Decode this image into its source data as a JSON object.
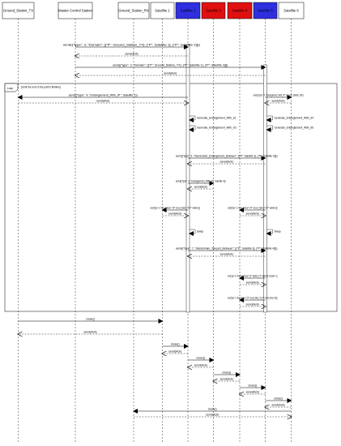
{
  "participants": [
    {
      "label": "Ground_Station_TX",
      "color": "#ffffff"
    },
    {
      "label": "Master Control Station",
      "color": "#ffffff"
    },
    {
      "label": "Ground_Station_RX",
      "color": "#ffffff"
    },
    {
      "label": "Satellite 1",
      "color": "#ffffff"
    },
    {
      "label": "Satellite 2",
      "color": "#2f2fe0"
    },
    {
      "label": "Satellite 3",
      "color": "#e01010"
    },
    {
      "label": "Satellite 4",
      "color": "#e01010"
    },
    {
      "label": "Satellite 5",
      "color": "#2f2fe0"
    },
    {
      "label": "Satellite 6",
      "color": "#ffffff"
    }
  ],
  "loop": {
    "tag": "Loop",
    "condition": "[Until the end of the path's lifetime]"
  },
  "messages": [
    {
      "from": 1,
      "to": 4,
      "label": "send({\"type\": 3, \"Domain\": [{\"P\": Ground_Station_TX}, {\"P\": Satellite 1}, {\"P\": Satellite 2}]})",
      "dashed": false
    },
    {
      "from": 4,
      "to": 1,
      "label": "send(Ack)",
      "dashed": true
    },
    {
      "from": 1,
      "to": 7,
      "label": "send({\"type\": 3, \"Domain\": [{\"P\": Ground_Station_TX}, {\"P\": Satellite 1}, {\"P\": Satellite 2}]})",
      "dashed": false
    },
    {
      "from": 7,
      "to": 1,
      "label": "send(Ack)",
      "dashed": true
    },
    {
      "from": 4,
      "to": 0,
      "label": "send({\"type\": 4, \"Entanglement_With_IP\": Satellite 1})",
      "dashed": false
    },
    {
      "from": 0,
      "to": 4,
      "label": "send(Ack)",
      "dashed": true
    },
    {
      "from": 7,
      "to": 8,
      "label": "send({\"type\": 4, \"Entanglement_With_IP\": Ground_Station_RX})",
      "dashed": false
    },
    {
      "from": 8,
      "to": 7,
      "label": "send(Ack)",
      "dashed": true
    },
    {
      "from": 4,
      "to": 4,
      "label": "Generate_Entanglement_With_S1",
      "self": true
    },
    {
      "from": 4,
      "to": 4,
      "label": "Generate_Entanglement_With_S3",
      "self": true
    },
    {
      "from": 7,
      "to": 7,
      "label": "Generate_Entanglement_With_S4",
      "self": true
    },
    {
      "from": 7,
      "to": 7,
      "label": "Generate_Entanglement_With_S6",
      "self": true
    },
    {
      "from": 4,
      "to": 7,
      "label": "send({\"type\": 5, \"Interdomain_Entanglement_Between\": [{\"P\": Satellite 3}, {\"P\": Satellite 4}]})",
      "dashed": false
    },
    {
      "from": 7,
      "to": 4,
      "label": "send(Ack)",
      "dashed": true
    },
    {
      "from": 4,
      "to": 5,
      "label": "send({\"type\": 4, \"Entanglement_With_IP\": Satellite 4})",
      "dashed": false
    },
    {
      "from": 5,
      "to": 4,
      "label": "send(Ack)",
      "dashed": true
    },
    {
      "from": 4,
      "to": 3,
      "label": "send({\"type\": 6, \"Swap_Between\": [\"IP\": Ground_Station_TX,\"IP\": Satellite 2]})",
      "dashed": false
    },
    {
      "from": 3,
      "to": 4,
      "label": "send(Ack)",
      "dashed": true
    },
    {
      "from": 7,
      "to": 6,
      "label": "send({\"type\": 6, \"Swap_Between\": [\"IP\": Ground_Station_TX,\"IP\": Satellite 2]})",
      "dashed": false
    },
    {
      "from": 6,
      "to": 7,
      "label": "send(Ack)",
      "dashed": true
    },
    {
      "from": 4,
      "to": 4,
      "label": "Swap",
      "self": true
    },
    {
      "from": 7,
      "to": 7,
      "label": "Swap",
      "self": true
    },
    {
      "from": 4,
      "to": 7,
      "label": "send({\"type\": 7, \"Interdomain_Teleport_Between\": [{\"P\": Satellite 3}, {\"P\": Satellite 4}]})",
      "dashed": false
    },
    {
      "from": 7,
      "to": 4,
      "label": "send(Ack)",
      "dashed": true
    },
    {
      "from": 7,
      "to": 6,
      "label": "send({\"type\": 8, \"Interdomain_Teleport\": [{\"P\": Satellite 3}, {\"P\": Satellite 4}],\"Completed\": 1})",
      "dashed": false
    },
    {
      "from": 6,
      "to": 7,
      "label": "send(Ack)",
      "dashed": true
    },
    {
      "from": 7,
      "to": 6,
      "label": "send({\"type\": 6, \"Swap_Between\": [{\"P\": Ground_Station_TX}, {\"P\": Ground_Station_RX}]})",
      "dashed": false
    },
    {
      "from": 6,
      "to": 7,
      "label": "send(Ack)",
      "dashed": true
    },
    {
      "from": 0,
      "to": 3,
      "label": "close()",
      "dashed": false
    },
    {
      "from": 3,
      "to": 0,
      "label": "send(Ack)",
      "dashed": true
    },
    {
      "from": 3,
      "to": 4,
      "label": "close()",
      "dashed": false
    },
    {
      "from": 4,
      "to": 3,
      "label": "send(Ack)",
      "dashed": true
    },
    {
      "from": 4,
      "to": 5,
      "label": "close()",
      "dashed": false
    },
    {
      "from": 5,
      "to": 4,
      "label": "send(Ack)",
      "dashed": true
    },
    {
      "from": 5,
      "to": 6,
      "label": "close()",
      "dashed": false
    },
    {
      "from": 6,
      "to": 5,
      "label": "send(Ack)",
      "dashed": true
    },
    {
      "from": 6,
      "to": 7,
      "label": "close()",
      "dashed": false
    },
    {
      "from": 7,
      "to": 6,
      "label": "send(Ack)",
      "dashed": true
    },
    {
      "from": 7,
      "to": 8,
      "label": "close()",
      "dashed": false
    },
    {
      "from": 8,
      "to": 7,
      "label": "send(Ack)",
      "dashed": true
    },
    {
      "from": 8,
      "to": 2,
      "label": "close()",
      "dashed": false
    },
    {
      "from": 2,
      "to": 8,
      "label": "send(Ack)",
      "dashed": true
    }
  ]
}
